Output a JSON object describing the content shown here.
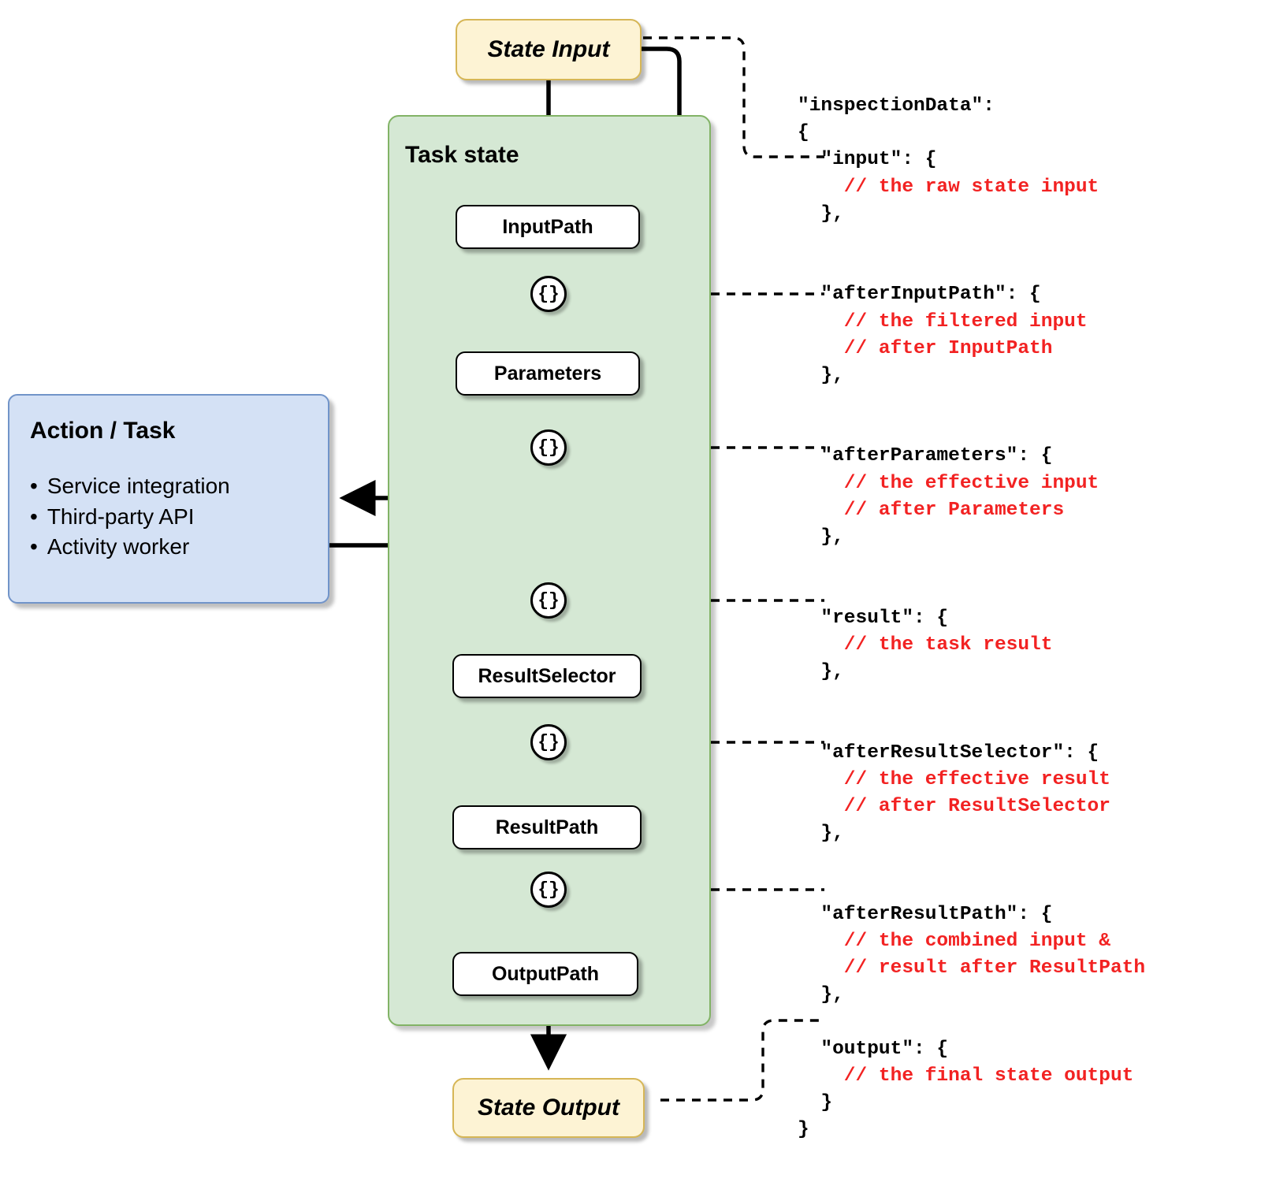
{
  "diagram": {
    "title": "AWS Step Functions Task state input and output processing",
    "colors": {
      "terminal_fill": "#fdf3d4",
      "terminal_border": "#d6b656",
      "container_fill": "#d5e8d4",
      "container_border": "#82b366",
      "action_fill": "#d4e1f5",
      "action_border": "#7194c9",
      "step_fill": "#ffffff",
      "step_border": "#000000",
      "comment_red": "#f22222",
      "line_black": "#000000"
    }
  },
  "terminals": {
    "input": "State Input",
    "output": "State Output"
  },
  "task_state": {
    "title": "Task state",
    "steps": [
      {
        "label": "InputPath"
      },
      {
        "label": "Parameters"
      },
      {
        "label": "ResultSelector"
      },
      {
        "label": "ResultPath"
      },
      {
        "label": "OutputPath"
      }
    ],
    "junctions": [
      {
        "glyph": "{}",
        "name": "after-input-path"
      },
      {
        "glyph": "{}",
        "name": "after-parameters"
      },
      {
        "glyph": "{}",
        "name": "task-result"
      },
      {
        "glyph": "{}",
        "name": "after-result-selector"
      },
      {
        "glyph": "{}",
        "name": "after-result-path"
      }
    ]
  },
  "action": {
    "title": "Action / Task",
    "items": [
      "Service integration",
      "Third-party API",
      "Activity worker"
    ]
  },
  "code": {
    "lines": [
      {
        "indent": 0,
        "text": "\"inspectionData\":",
        "comment": false
      },
      {
        "indent": 0,
        "text": "{",
        "comment": false
      },
      {
        "indent": 2,
        "text": "\"input\": {",
        "comment": false
      },
      {
        "indent": 4,
        "text": "// the raw state input",
        "comment": true
      },
      {
        "indent": 2,
        "text": "},",
        "comment": false
      },
      {
        "indent": 0,
        "text": "",
        "comment": false
      },
      {
        "indent": 0,
        "text": "",
        "comment": false
      },
      {
        "indent": 2,
        "text": "\"afterInputPath\": {",
        "comment": false
      },
      {
        "indent": 4,
        "text": "// the filtered input",
        "comment": true
      },
      {
        "indent": 4,
        "text": "// after InputPath",
        "comment": true
      },
      {
        "indent": 2,
        "text": "},",
        "comment": false
      },
      {
        "indent": 0,
        "text": "",
        "comment": false
      },
      {
        "indent": 0,
        "text": "",
        "comment": false
      },
      {
        "indent": 2,
        "text": "\"afterParameters\": {",
        "comment": false
      },
      {
        "indent": 4,
        "text": "// the effective input",
        "comment": true
      },
      {
        "indent": 4,
        "text": "// after Parameters",
        "comment": true
      },
      {
        "indent": 2,
        "text": "},",
        "comment": false
      },
      {
        "indent": 0,
        "text": "",
        "comment": false
      },
      {
        "indent": 0,
        "text": "",
        "comment": false
      },
      {
        "indent": 2,
        "text": "\"result\": {",
        "comment": false
      },
      {
        "indent": 4,
        "text": "// the task result",
        "comment": true
      },
      {
        "indent": 2,
        "text": "},",
        "comment": false
      },
      {
        "indent": 0,
        "text": "",
        "comment": false
      },
      {
        "indent": 0,
        "text": "",
        "comment": false
      },
      {
        "indent": 2,
        "text": "\"afterResultSelector\": {",
        "comment": false
      },
      {
        "indent": 4,
        "text": "// the effective result",
        "comment": true
      },
      {
        "indent": 4,
        "text": "// after ResultSelector",
        "comment": true
      },
      {
        "indent": 2,
        "text": "},",
        "comment": false
      },
      {
        "indent": 0,
        "text": "",
        "comment": false
      },
      {
        "indent": 0,
        "text": "",
        "comment": false
      },
      {
        "indent": 2,
        "text": "\"afterResultPath\": {",
        "comment": false
      },
      {
        "indent": 4,
        "text": "// the combined input &",
        "comment": true
      },
      {
        "indent": 4,
        "text": "// result after ResultPath",
        "comment": true
      },
      {
        "indent": 2,
        "text": "},",
        "comment": false
      },
      {
        "indent": 0,
        "text": "",
        "comment": false
      },
      {
        "indent": 2,
        "text": "\"output\": {",
        "comment": false
      },
      {
        "indent": 4,
        "text": "// the final state output",
        "comment": true
      },
      {
        "indent": 2,
        "text": "}",
        "comment": false
      },
      {
        "indent": 0,
        "text": "}",
        "comment": false
      }
    ]
  }
}
